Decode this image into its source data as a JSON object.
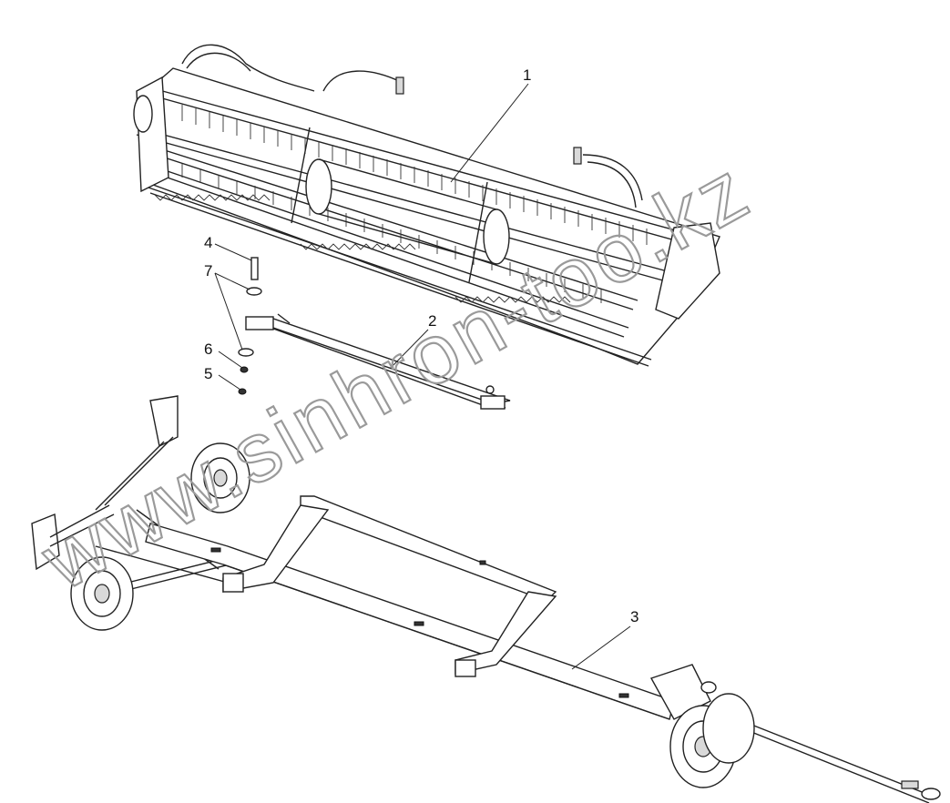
{
  "watermark": "www.sinhron-too.kz",
  "callouts": [
    {
      "id": "1",
      "label": "1"
    },
    {
      "id": "2",
      "label": "2"
    },
    {
      "id": "3",
      "label": "3"
    },
    {
      "id": "4",
      "label": "4"
    },
    {
      "id": "5",
      "label": "5"
    },
    {
      "id": "6",
      "label": "6"
    },
    {
      "id": "7",
      "label": "7"
    }
  ]
}
